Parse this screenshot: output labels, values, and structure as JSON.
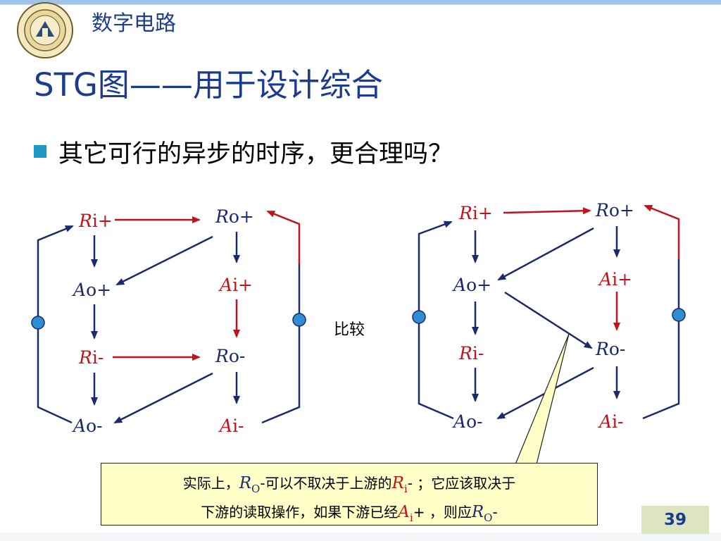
{
  "header": {
    "course_name": "数字电路"
  },
  "slide": {
    "title": "STG图——用于设计综合",
    "bullet": "其它可行的异步的时序，更合理吗？",
    "compare_label": "比较",
    "page_number": "39"
  },
  "left_diagram": {
    "ri_plus": {
      "var": "R",
      "suffix": "i+"
    },
    "ro_plus": {
      "var": "R",
      "suffix": "o+"
    },
    "ao_plus": {
      "var": "A",
      "suffix": "o+"
    },
    "ai_plus": {
      "var": "A",
      "suffix": "i+"
    },
    "ri_minus": {
      "var": "R",
      "suffix": "i-"
    },
    "ro_minus": {
      "var": "R",
      "suffix": "o-"
    },
    "ao_minus": {
      "var": "A",
      "suffix": "o-"
    },
    "ai_minus": {
      "var": "A",
      "suffix": "i-"
    }
  },
  "right_diagram": {
    "ri_plus": {
      "var": "R",
      "suffix": "i+"
    },
    "ro_plus": {
      "var": "R",
      "suffix": "o+"
    },
    "ao_plus": {
      "var": "A",
      "suffix": "o+"
    },
    "ai_plus": {
      "var": "A",
      "suffix": "i+"
    },
    "ri_minus": {
      "var": "R",
      "suffix": "i-"
    },
    "ro_minus": {
      "var": "R",
      "suffix": "o-"
    },
    "ao_minus": {
      "var": "A",
      "suffix": "o-"
    },
    "ai_minus": {
      "var": "A",
      "suffix": "i-"
    }
  },
  "callout": {
    "p1": "实际上，",
    "ro_var": "R",
    "ro_sub": "O",
    "p2": "-可以不取决于上游的",
    "ri_var": "R",
    "ri_sub": "i",
    "p3": "- ；它应该取决于",
    "p4": "下游的读取操作，如果下游已经",
    "ai_var": "A",
    "ai_sub": "i",
    "p5": "+ ，则应",
    "ro2_var": "R",
    "ro2_sub": "O",
    "p6": "-"
  },
  "colors": {
    "red": "#c0141c",
    "blue": "#1f3f8c",
    "navy": "#1a2a6c",
    "token": "#2e8ecf"
  },
  "icons": {
    "logo": "university-seal"
  }
}
